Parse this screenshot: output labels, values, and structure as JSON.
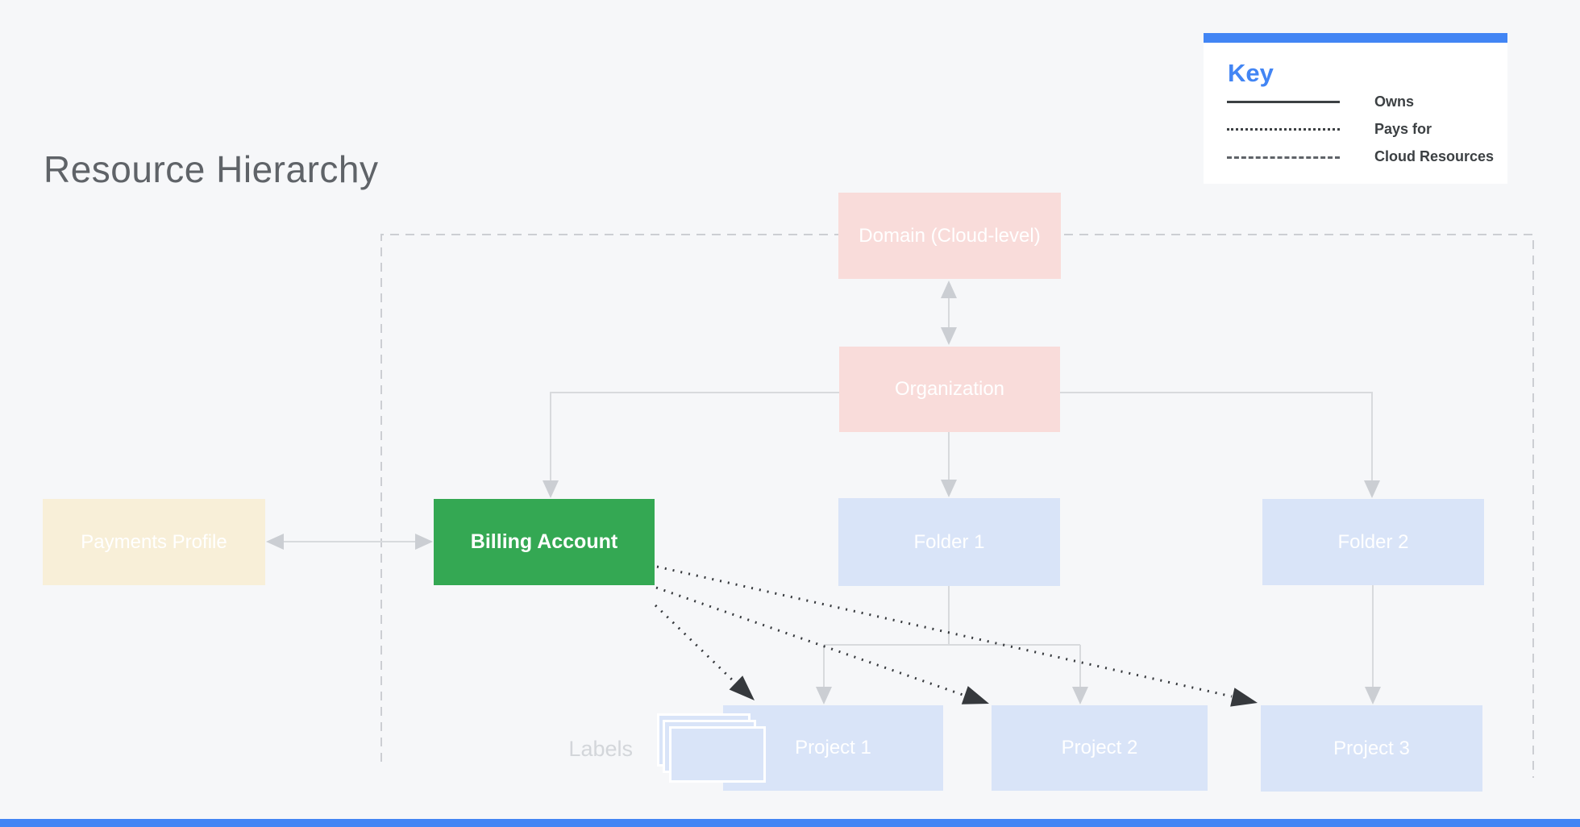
{
  "page": {
    "title": "Resource Hierarchy"
  },
  "key": {
    "title": "Key",
    "items": [
      {
        "line_style": "solid",
        "label": "Owns"
      },
      {
        "line_style": "dotted",
        "label": "Pays for"
      },
      {
        "line_style": "dashed",
        "label": "Cloud Resources"
      }
    ]
  },
  "nodes": [
    {
      "id": "domain",
      "label": "Domain (Cloud-level)",
      "color": "#f9dcda"
    },
    {
      "id": "organization",
      "label": "Organization",
      "color": "#f9dcda"
    },
    {
      "id": "payments-profile",
      "label": "Payments Profile",
      "color": "#f8efd8"
    },
    {
      "id": "billing-account",
      "label": "Billing Account",
      "color": "#34a853"
    },
    {
      "id": "folder-1",
      "label": "Folder 1",
      "color": "#d9e4f8"
    },
    {
      "id": "folder-2",
      "label": "Folder 2",
      "color": "#d9e4f8"
    },
    {
      "id": "project-1",
      "label": "Project 1",
      "color": "#d9e4f8"
    },
    {
      "id": "project-2",
      "label": "Project 2",
      "color": "#d9e4f8"
    },
    {
      "id": "project-3",
      "label": "Project 3",
      "color": "#d9e4f8"
    }
  ],
  "labels": {
    "caption": "Labels"
  },
  "relationships": {
    "owns": [
      "Organization→Billing Account",
      "Organization→Folder 1",
      "Organization→Folder 2",
      "Folder 1→Project 1",
      "Folder 1→Project 2",
      "Folder 2→Project 3",
      "Domain↔Organization",
      "Payments Profile↔Billing Account"
    ],
    "pays_for": [
      "Billing Account→Project 1",
      "Billing Account→Project 2",
      "Billing Account→Project 3"
    ]
  },
  "colors": {
    "accent_blue": "#4285f4",
    "background": "#f6f7f9",
    "node_pink": "#f9dcda",
    "node_green": "#34a853",
    "node_beige": "#f8efd8",
    "node_blue": "#d9e4f8",
    "connector_gray": "#d8dadd",
    "dashed_border_gray": "#ccced3",
    "pays_for_dark": "#36393d",
    "title_gray": "#5f6368"
  }
}
